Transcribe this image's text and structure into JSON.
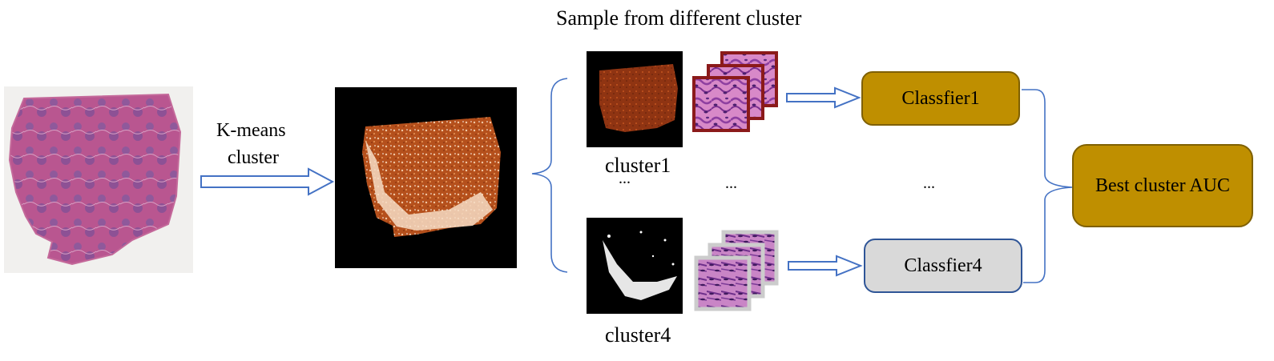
{
  "title": "Sample from different cluster",
  "kmeans_label_line1": "K-means",
  "kmeans_label_line2": "cluster",
  "cluster1_label": "cluster1",
  "cluster4_label": "cluster4",
  "ellipsis": "...",
  "classifier1_label": "Classfier1",
  "classifier4_label": "Classfier4",
  "result_label": "Best cluster AUC",
  "colors": {
    "tissue_pink": "#c24f8c",
    "tissue_purple": "#6d4f9a",
    "cluster_orange": "#a8401a",
    "patch_frame_red": "#8b1a1a",
    "patch_frame_gray": "#c8c8c8",
    "classifier1_fill": "#bf8f00",
    "classifier4_fill": "#d9d9d9",
    "result_fill": "#bf8f00",
    "arrow_blue": "#4472c4",
    "classifier4_border": "#2f5597"
  }
}
